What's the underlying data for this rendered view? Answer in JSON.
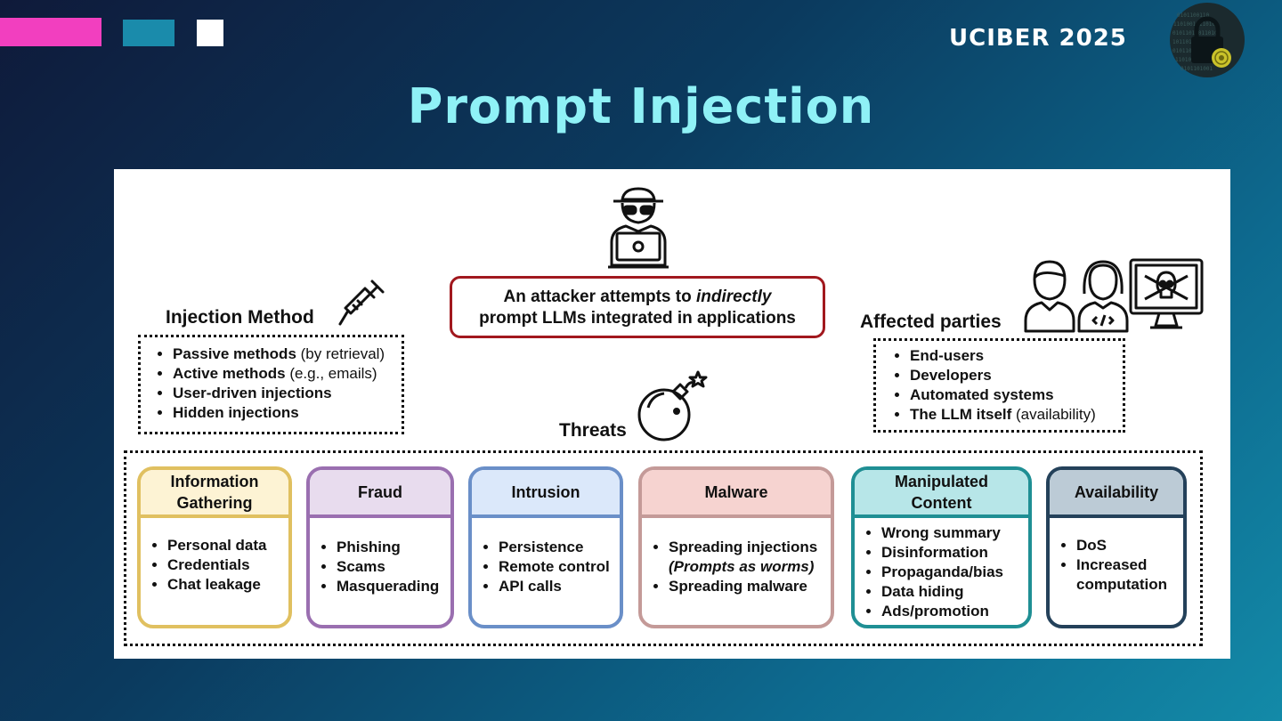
{
  "brand": "UCIBER 2025",
  "title": "Prompt Injection",
  "attacker_box": {
    "line1_a": "An attacker attempts to ",
    "line1_b": "indirectly",
    "line2": "prompt LLMs integrated in applications"
  },
  "injection": {
    "label": "Injection Method",
    "items": [
      {
        "bold": "Passive methods",
        "rest": " (by retrieval)"
      },
      {
        "bold": "Active methods",
        "rest": " (e.g., emails)"
      },
      {
        "bold": "User-driven injections",
        "rest": ""
      },
      {
        "bold": "Hidden injections",
        "rest": ""
      }
    ]
  },
  "affected": {
    "label": "Affected parties",
    "items": [
      {
        "bold": "End-users",
        "rest": ""
      },
      {
        "bold": "Developers",
        "rest": ""
      },
      {
        "bold": "Automated systems",
        "rest": ""
      },
      {
        "bold": "The LLM itself",
        "rest": " (availability)"
      }
    ]
  },
  "threats_label": "Threats",
  "threats": [
    {
      "head_1": "Information",
      "head_2": "Gathering",
      "items": [
        "Personal data",
        "Credentials",
        "Chat leakage"
      ]
    },
    {
      "head_1": "Fraud",
      "head_2": "",
      "items": [
        "Phishing",
        "Scams",
        "Masquerading"
      ]
    },
    {
      "head_1": "Intrusion",
      "head_2": "",
      "items": [
        "Persistence",
        "Remote control",
        "API calls"
      ]
    },
    {
      "head_1": "Malware",
      "head_2": "",
      "items": [
        "Spreading injections",
        "(Prompts as worms)",
        "Spreading malware"
      ]
    },
    {
      "head_1": "Manipulated",
      "head_2": "Content",
      "items": [
        "Wrong summary",
        "Disinformation",
        "Propaganda/bias",
        "Data hiding",
        "Ads/promotion"
      ]
    },
    {
      "head_1": "Availability",
      "head_2": "",
      "items": [
        "DoS",
        "Increased",
        "computation"
      ]
    }
  ],
  "colors": {
    "pink": "#f23fbf",
    "teal": "#1a8bab",
    "title": "#8ff1f6",
    "attacker_border": "#a1181e",
    "card_gold": "#e0c060",
    "card_purple": "#9a6fb0",
    "card_blue": "#6a8fc8",
    "card_rose": "#c49a98",
    "card_teal": "#1f8f94",
    "card_navy": "#24415a"
  },
  "icons": [
    "attacker-icon",
    "syringe-icon",
    "bomb-icon",
    "user-icon",
    "developer-icon",
    "skull-monitor-icon",
    "lock-logo-icon"
  ]
}
